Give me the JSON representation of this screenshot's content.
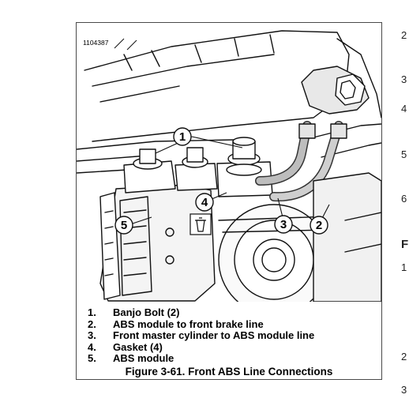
{
  "figure": {
    "id_label": "1104387",
    "callouts": [
      "1",
      "4",
      "5",
      "3",
      "2"
    ],
    "legend": [
      {
        "num": "1.",
        "text": "Banjo Bolt (2)"
      },
      {
        "num": "2.",
        "text": "ABS module to front brake line"
      },
      {
        "num": "3.",
        "text": "Front master cylinder to ABS module line"
      },
      {
        "num": "4.",
        "text": "Gasket (4)"
      },
      {
        "num": "5.",
        "text": "ABS module"
      }
    ],
    "caption": "Figure 3-61. Front ABS Line Connections"
  },
  "edge_text": [
    "2",
    "3",
    "4",
    "5",
    "6",
    "F",
    "1",
    "2",
    "3"
  ]
}
